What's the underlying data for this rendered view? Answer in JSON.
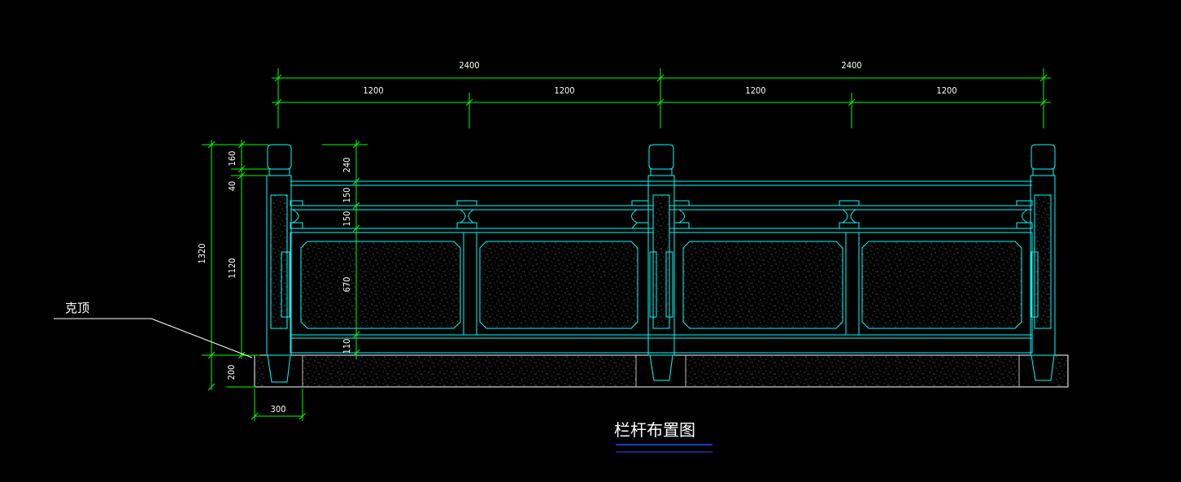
{
  "drawing": {
    "title": "栏杆布置图",
    "leader_label": "克顶",
    "colors": {
      "background": "#000000",
      "dimension": "#00ff00",
      "outline": "#00ffff",
      "text": "#ffffff",
      "hatch": "#9a9a9a",
      "title_underline": "#1e56ff"
    },
    "top_dimensions": {
      "overall": [
        "2400",
        "2400"
      ],
      "sub": [
        "1200",
        "1200",
        "1200",
        "1200"
      ]
    },
    "left_dimensions": {
      "outer": [
        "1320",
        "200"
      ],
      "middle": [
        "160",
        "40",
        "1120"
      ],
      "inner": [
        "240",
        "150",
        "150",
        "670",
        "110"
      ]
    },
    "bottom_dimension": "300"
  }
}
